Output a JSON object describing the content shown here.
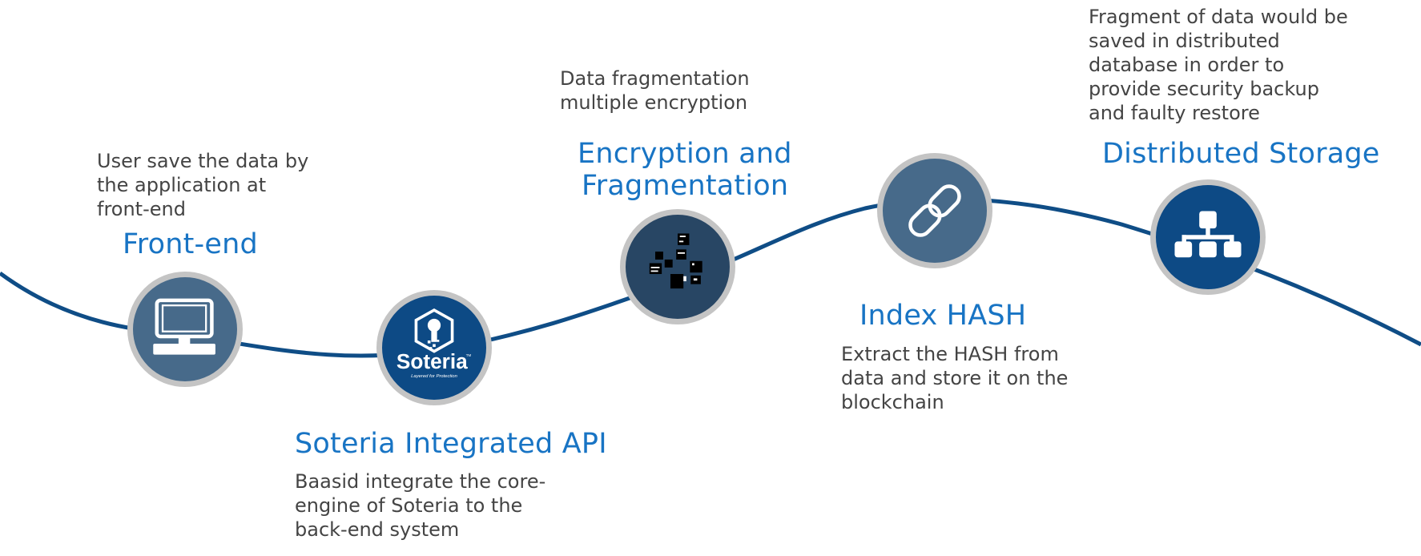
{
  "colors": {
    "curve": "#0f4d86",
    "title": "#1874c4",
    "desc": "#444444",
    "ring": "#c4c4c4",
    "node_slate": "#476a8a",
    "node_navy": "#0d4a85",
    "node_dark": "#284664"
  },
  "steps": [
    {
      "id": "front-end",
      "title": "Front-end",
      "description": "User save the data by\nthe  application at\nfront-end",
      "icon": "computer-monitor-icon"
    },
    {
      "id": "soteria-api",
      "title": "Soteria Integrated API",
      "description": "Baasid integrate the core-\nengine of Soteria to the\nback-end system",
      "icon": "soteria-logo",
      "logo": {
        "name": "Soteria",
        "tagline": "Layered for Protection",
        "tm": "TM"
      }
    },
    {
      "id": "encryption",
      "title_lines": [
        "Encryption and",
        "Fragmentation"
      ],
      "description": "Data fragmentation\nmultiple encryption",
      "icon": "data-fragments-icon"
    },
    {
      "id": "index-hash",
      "title": "Index HASH",
      "description": "Extract the HASH from\ndata and store it on the\nblockchain",
      "icon": "chain-link-icon"
    },
    {
      "id": "distributed-storage",
      "title": "Distributed Storage",
      "description": "Fragment of data would be\nsaved in distributed\ndatabase in order to\nprovide security backup\nand faulty restore",
      "icon": "network-hierarchy-icon"
    }
  ]
}
